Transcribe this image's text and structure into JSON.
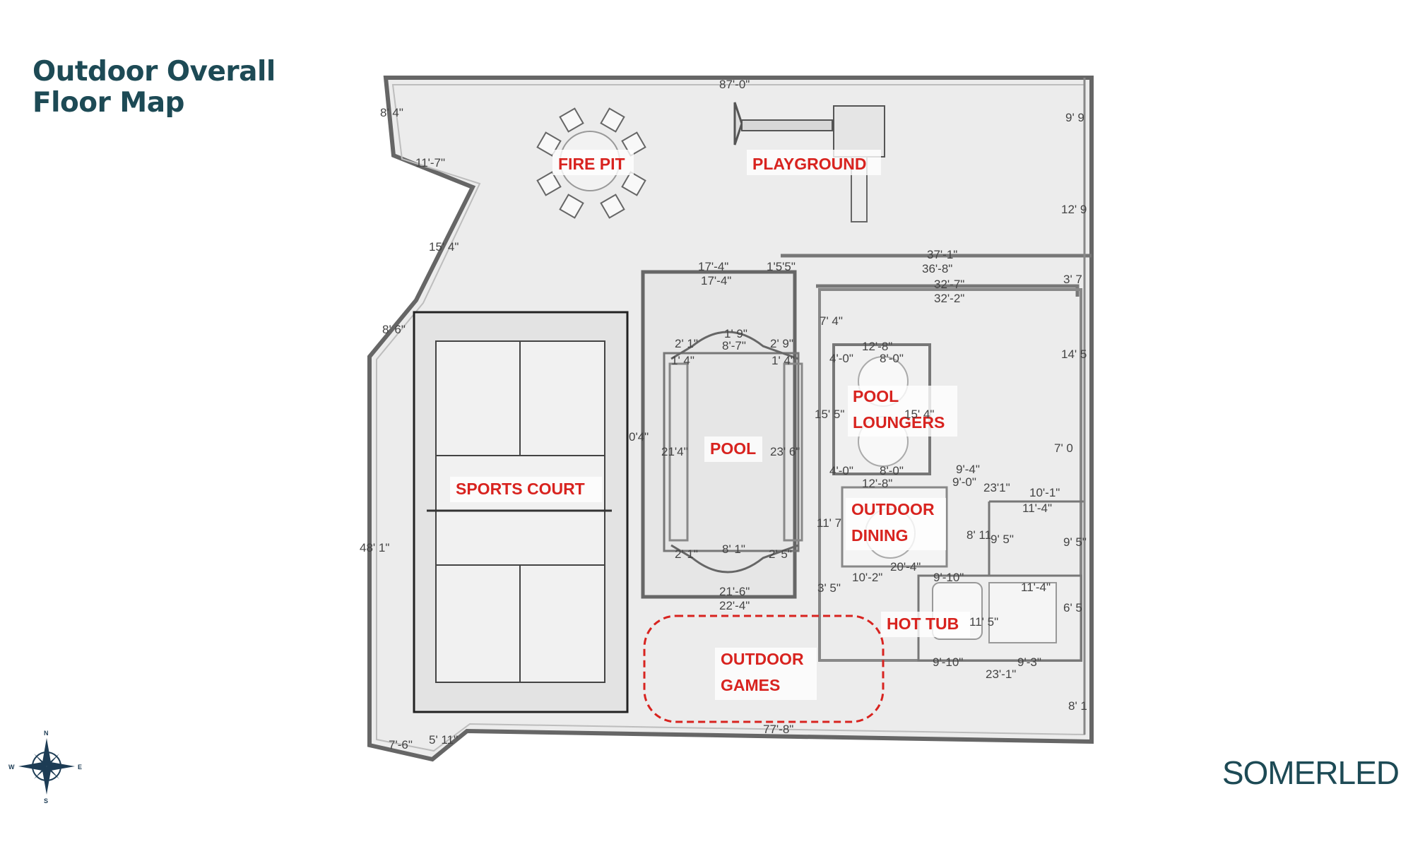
{
  "title": {
    "line1": "Outdoor Overall",
    "line2": "Floor Map"
  },
  "brand": "SOMERLED",
  "compass": {
    "n": "N",
    "s": "S",
    "e": "E",
    "w": "W"
  },
  "zones": {
    "fire_pit": "FIRE PIT",
    "playground": "PLAYGROUND",
    "pool_loungers_1": "POOL",
    "pool_loungers_2": "LOUNGERS",
    "pool": "POOL",
    "sports_court": "SPORTS COURT",
    "outdoor_dining_1": "OUTDOOR",
    "outdoor_dining_2": "DINING",
    "hot_tub": "HOT TUB",
    "outdoor_games_1": "OUTDOOR",
    "outdoor_games_2": "GAMES"
  },
  "dimensions": {
    "top": "87'-0\"",
    "left_top": "8' 4\"",
    "diag1": "11'-7\"",
    "diag2": "15' 4\"",
    "left_mid": "8' 6\"",
    "left_long": "48' 1\"",
    "bottom_left1": "7'-6\"",
    "bottom_left2": "5' 11\"",
    "bottom": "77'-8\"",
    "right_top": "9' 9",
    "right_2": "12' 9",
    "right_3": "3' 7",
    "right_4": "14' 5",
    "right_5": "7' 0",
    "right_6": "9' 5\"",
    "right_7": "6' 5",
    "right_8": "8' 1",
    "pool_top1": "17'-4\"",
    "pool_top2": "17'-4\"",
    "mid_top": "1'5'5\"",
    "r37": "37'-1\"",
    "r36": "36'-8\"",
    "r32a": "32'-7\"",
    "r32b": "32'-2\"",
    "d74": "7' 4\"",
    "d1228a": "12'-8\"",
    "d80a": "8'-0\"",
    "d40a": "4'-0\"",
    "d1228b": "12'-8\"",
    "d80b": "8'-0\"",
    "d40b": "4'-0\"",
    "d94": "9'-4\"",
    "d90": "9'-0\"",
    "d2331": "23'1\"",
    "d101": "10'-1\"",
    "d114a": "11'-4\"",
    "d117": "11' 7",
    "d1024": "10'-2\"",
    "d204": "20'-4\"",
    "d910a": "9'-10\"",
    "d35": "3' 5\"",
    "d114b": "11'-4\"",
    "d115": "11' 5\"",
    "d910b": "9'-10\"",
    "d93": "9'-3\"",
    "d231": "23'-1\"",
    "d816": "8' 11",
    "d95": "9' 5\"",
    "p216": "21'-6\"",
    "p224": "22'-4\"",
    "p87": "8'-7\"",
    "p19": "1' 9\"",
    "p21": "2' 1\"",
    "p29": "2' 9\"",
    "p14a": "1' 4\"",
    "p14b": "1' 4\"",
    "p2114": "21'4\"",
    "p2136": "23' 6\"",
    "p81": "8' 1\"",
    "p21b": "2' 1\"",
    "p25": "2' 5\"",
    "p04": "0'4\"",
    "p1515": "15' 5\"",
    "p154": "15' 4\""
  }
}
